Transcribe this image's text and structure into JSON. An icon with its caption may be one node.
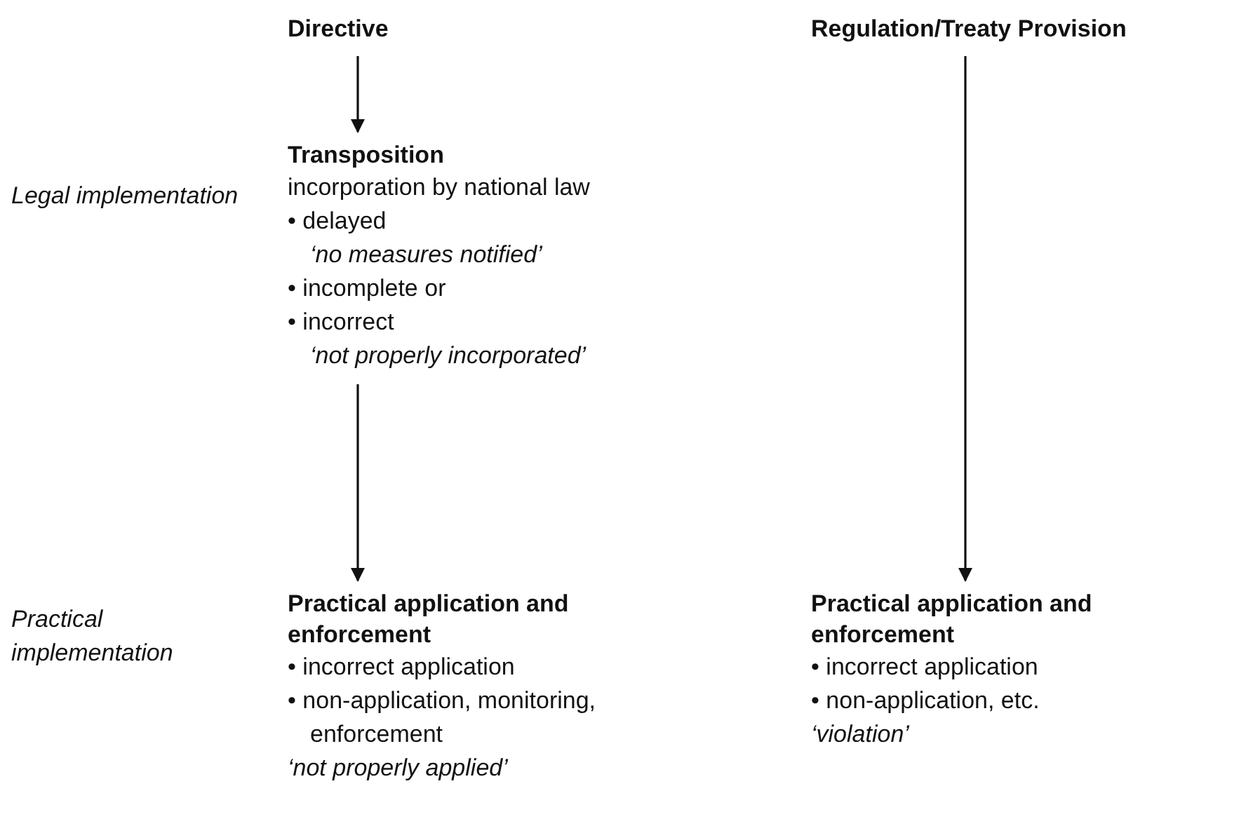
{
  "diagram": {
    "nodes": [
      {
        "text": [
          "Directive"
        ]
      },
      {
        "text": [
          "Regulation/Treaty Provision"
        ]
      },
      {
        "text": [
          "Transposition",
          "incorporation by national law",
          "• delayed",
          "*‘no measures notified’*",
          "• incomplete or",
          "• incorrect",
          "*‘not properly incorporated’*"
        ]
      },
      {
        "text": [
          "Practical application and enforcement",
          "• incorrect application",
          "• non-application, monitoring, enforcement",
          "*‘not properly applied’*"
        ]
      },
      {
        "text": [
          "Practical application and enforcement",
          "• incorrect application",
          "• non-application, etc.",
          "*‘violation’*"
        ]
      }
    ],
    "edges": [
      {
        "from": 0,
        "to": 2,
        "arrow": "to"
      },
      {
        "from": 2,
        "to": 3,
        "arrow": "to"
      },
      {
        "from": 1,
        "to": 4,
        "arrow": "to"
      }
    ],
    "labels": [
      "Legal implementation",
      "Practical implementation"
    ]
  }
}
